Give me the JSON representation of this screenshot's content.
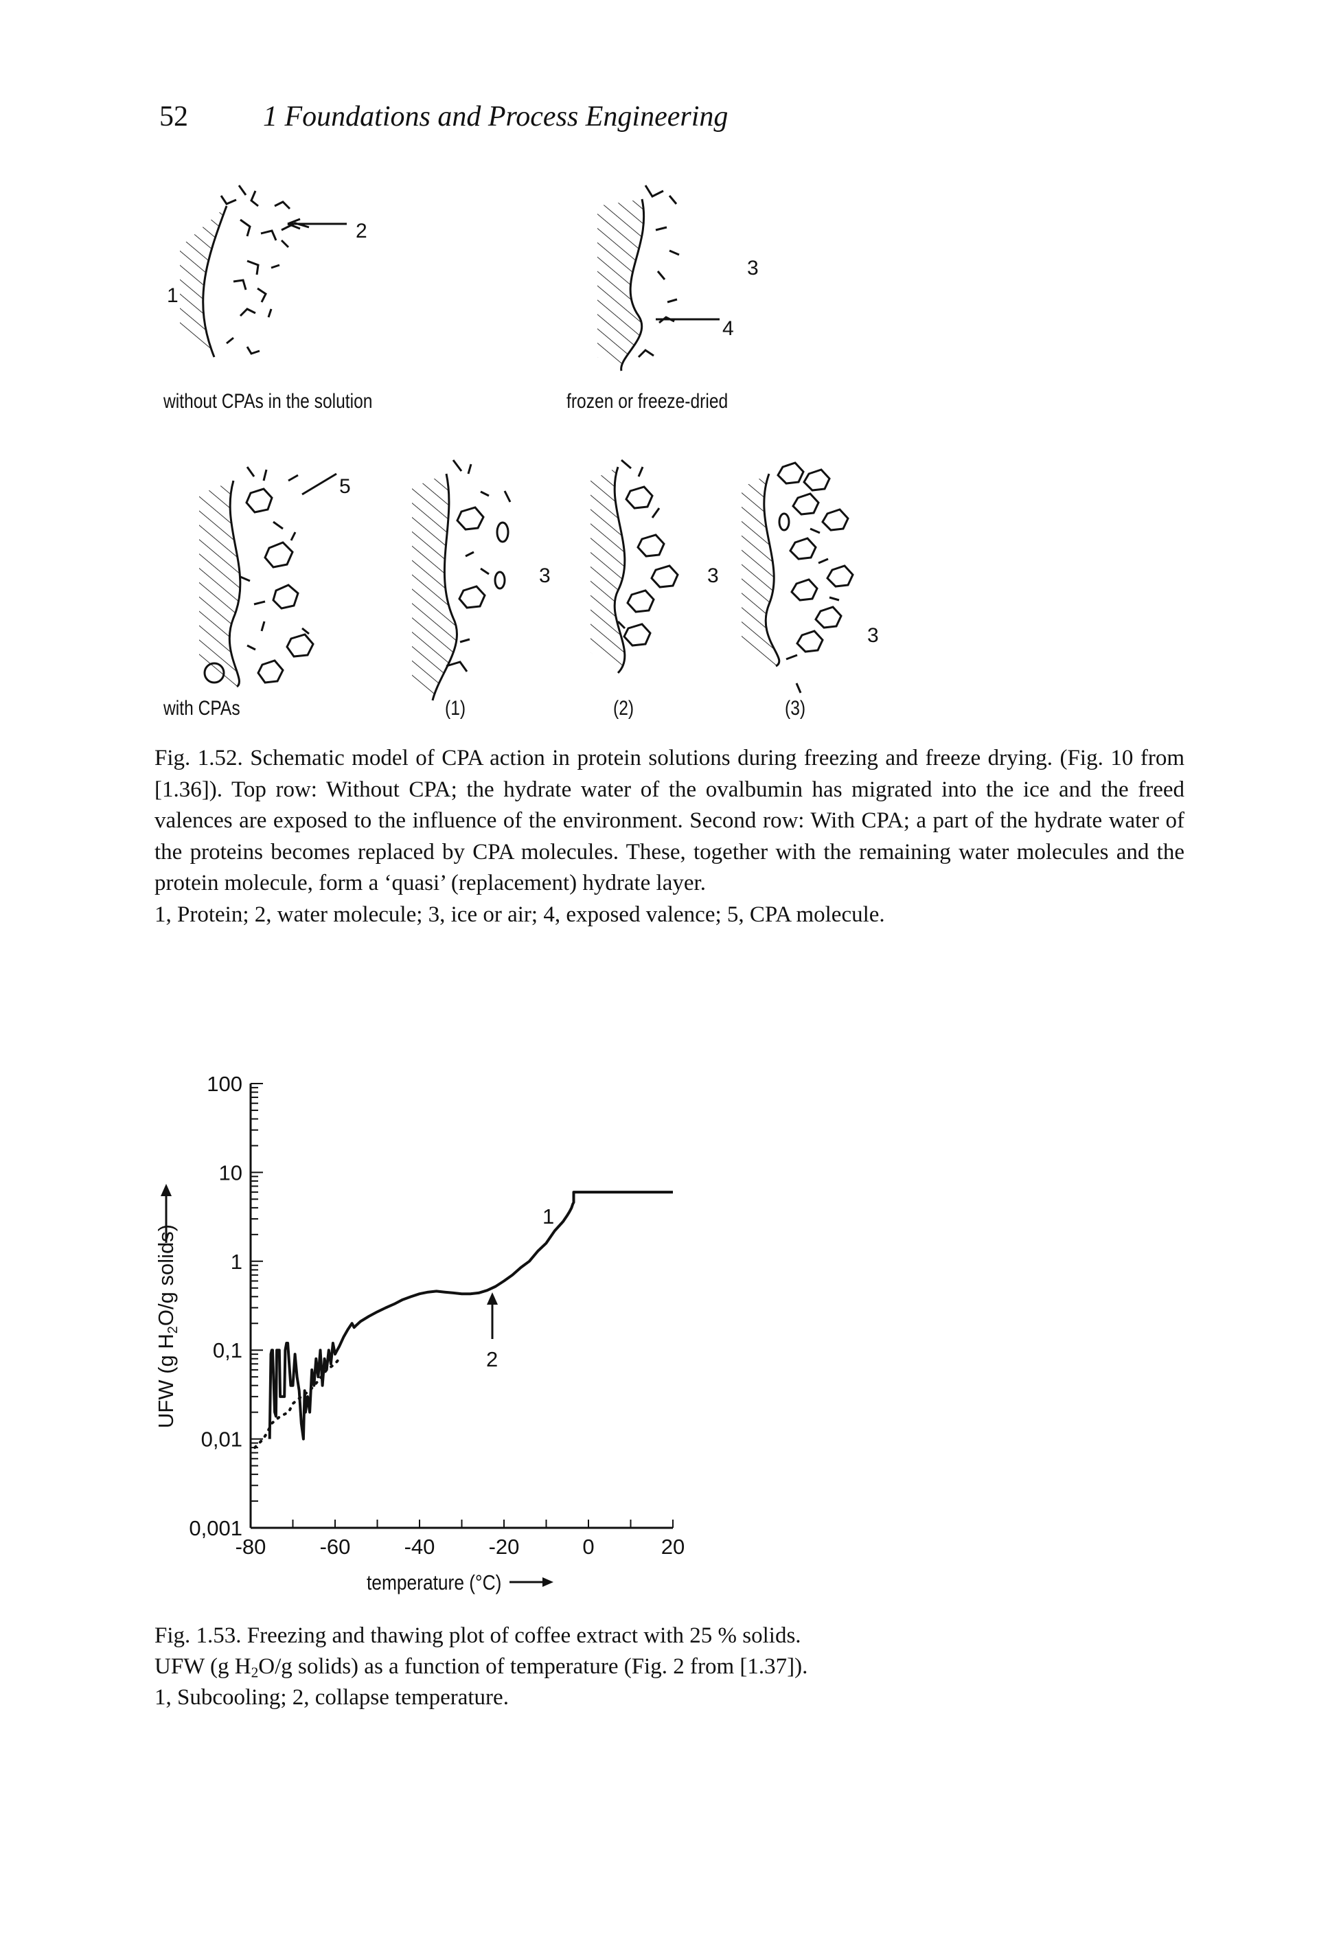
{
  "header": {
    "page_number": "52",
    "running_title": "1 Foundations and Process Engineering"
  },
  "figure_152": {
    "top_left_label": "without CPAs in the solution",
    "top_right_label": "frozen or freeze-dried",
    "bottom_left_label": "with CPAs",
    "panel_labels": [
      "(1)",
      "(2)",
      "(3)"
    ],
    "callouts": [
      "1",
      "2",
      "3",
      "4",
      "5"
    ],
    "caption": "Fig. 1.52. Schematic model of CPA action in protein solutions during freezing and freeze drying. (Fig. 10 from [1.36]). Top row: Without CPA; the hydrate water of the ovalbumin has migrated into the ice and the freed valences are exposed to the influence of the environment. Second row: With CPA; a part of the hydrate water of the proteins becomes replaced by CPA molecules. These, together with the remaining water molecules and the protein molecule, form a ‘quasi’ (replacement) hydrate layer.",
    "legend": "1, Protein; 2, water molecule; 3, ice or air; 4, exposed valence; 5, CPA molecule."
  },
  "figure_153": {
    "caption_line1": "Fig. 1.53. Freezing and thawing plot of coffee extract with 25 % solids.",
    "caption_line2_pre": "UFW (g H",
    "caption_line2_sub": "2",
    "caption_line2_post": "O/g solids) as a function of temperature (Fig. 2 from [1.37]).",
    "caption_line3": "1, Subcooling; 2, collapse temperature."
  },
  "chart_data": {
    "type": "line",
    "title": "",
    "xlabel": "temperature (°C)",
    "ylabel_pre": "UFW (g H",
    "ylabel_sub": "2",
    "ylabel_post": "O/g solids)",
    "xlim": [
      -80,
      20
    ],
    "ylim": [
      0.001,
      100
    ],
    "y_scale": "log",
    "x_ticks": [
      "-80",
      "-60",
      "-40",
      "-20",
      "0",
      "20"
    ],
    "x_tick_values": [
      -80,
      -60,
      -40,
      -20,
      0,
      20
    ],
    "y_ticks": [
      "0,001",
      "0,01",
      "0,1",
      "1",
      "10",
      "100"
    ],
    "y_tick_values": [
      0.001,
      0.01,
      0.1,
      1,
      10,
      100
    ],
    "annotations": [
      "1",
      "2"
    ],
    "series": [
      {
        "style": "solid",
        "x": [
          -75.5,
          -75.2,
          -75.0,
          -74.8,
          -74.3,
          -74.0,
          -73.8,
          -73.2,
          -73.0,
          -72.0,
          -71.8,
          -71.5,
          -71.2,
          -70.5,
          -70.0,
          -69.5,
          -69.0,
          -68.5,
          -68.0,
          -67.5,
          -67.2,
          -67.0,
          -66.5,
          -66.0,
          -65.5,
          -65.0,
          -64.5,
          -64.0,
          -63.5,
          -63.0,
          -62.5,
          -62.0,
          -61.5,
          -61.0,
          -60.5,
          -60.0,
          -59.5,
          -59.0,
          -58.0,
          -57.0,
          -56.0,
          -55.5,
          -55.0,
          -54.0,
          -52.0,
          -50.0,
          -48.0,
          -46.0,
          -44.0,
          -42.0,
          -40.0,
          -38.0,
          -36.0,
          -34.0,
          -32.0,
          -30.0,
          -28.0,
          -26.0,
          -24.0,
          -22.0,
          -20.0,
          -18.0,
          -16.0,
          -14.0,
          -12.0,
          -10.0,
          -8.0,
          -6.0,
          -5.0,
          -4.5,
          -4.0,
          -3.7,
          -3.5,
          -3.5,
          -3.0,
          0,
          10,
          20
        ],
        "y": [
          0.01,
          0.09,
          0.1,
          0.1,
          0.02,
          0.018,
          0.1,
          0.1,
          0.03,
          0.03,
          0.1,
          0.12,
          0.12,
          0.04,
          0.04,
          0.09,
          0.05,
          0.035,
          0.015,
          0.01,
          0.035,
          0.02,
          0.03,
          0.02,
          0.06,
          0.04,
          0.08,
          0.05,
          0.1,
          0.04,
          0.08,
          0.06,
          0.1,
          0.07,
          0.12,
          0.09,
          0.1,
          0.11,
          0.14,
          0.17,
          0.2,
          0.18,
          0.19,
          0.21,
          0.24,
          0.27,
          0.3,
          0.33,
          0.37,
          0.4,
          0.43,
          0.45,
          0.46,
          0.45,
          0.44,
          0.43,
          0.43,
          0.44,
          0.47,
          0.52,
          0.6,
          0.7,
          0.85,
          1.0,
          1.3,
          1.6,
          2.2,
          2.8,
          3.3,
          3.6,
          4.0,
          4.4,
          4.6,
          6.0,
          6.0,
          6.0,
          6.0,
          6.0
        ]
      },
      {
        "style": "dotted",
        "x": [
          -79.0,
          -77.0,
          -76.0,
          -75.0,
          -73.0,
          -71.0,
          -70.0,
          -68.0,
          -66.0,
          -65.0,
          -64.0,
          -62.0,
          -60.0,
          -59.0
        ],
        "y": [
          0.008,
          0.01,
          0.012,
          0.015,
          0.018,
          0.02,
          0.025,
          0.03,
          0.035,
          0.04,
          0.045,
          0.06,
          0.07,
          0.08
        ]
      }
    ]
  }
}
